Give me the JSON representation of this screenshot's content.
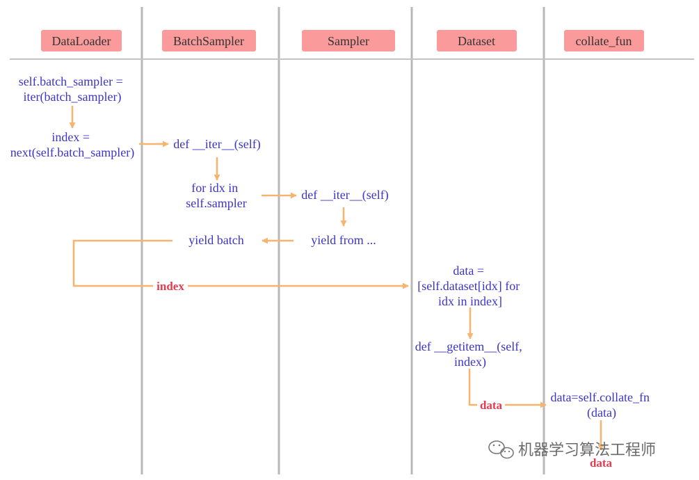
{
  "lanes": {
    "dataloader": "DataLoader",
    "batchsampler": "BatchSampler",
    "sampler": "Sampler",
    "dataset": "Dataset",
    "collate": "collate_fun"
  },
  "steps": {
    "batch_sampler_iter": [
      "self.batch_sampler =",
      "iter(batch_sampler)"
    ],
    "index_next": [
      "index =",
      "next(self.batch_sampler)"
    ],
    "bs_def_iter": "def __iter__(self)",
    "for_idx": [
      "for idx in",
      "self.sampler"
    ],
    "s_def_iter": "def __iter__(self)",
    "yield_from": "yield from ...",
    "yield_batch": "yield batch",
    "index_label": "index",
    "dataset_list": [
      "data =",
      "[self.dataset[idx] for",
      "idx in index]"
    ],
    "getitem": [
      "def __getitem__(self,",
      "index)"
    ],
    "data_label": "data",
    "collate_call": [
      "data=self.collate_fn",
      "(data)"
    ],
    "final_data": "data"
  },
  "watermark": "机器学习算法工程师",
  "colors": {
    "lane_box": "#fa9a9a",
    "code_text": "#3c35c8",
    "label_text": "#e83a4e",
    "arrow": "#f8b36e",
    "divider": "#b8b8b8"
  }
}
